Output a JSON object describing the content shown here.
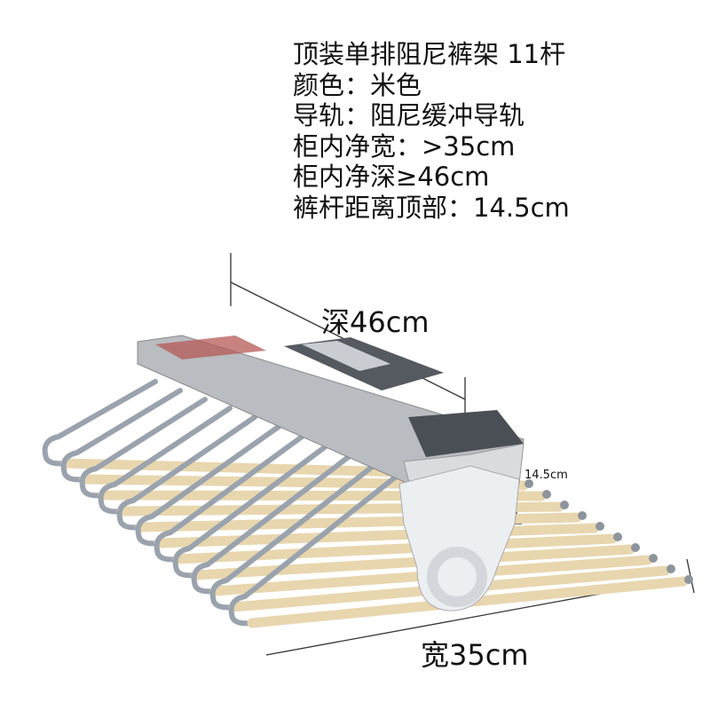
{
  "specs": {
    "title": "顶装单排阻尼裤架 11杆",
    "color": "颜色：米色",
    "rail": "导轨：阻尼缓冲导轨",
    "width": "柜内净宽：>35cm",
    "depth": "柜内净深≥46cm",
    "bar_height": "裤杆距离顶部：14.5cm"
  },
  "dimensions": {
    "depth_label": "深46cm",
    "width_label": "宽35cm",
    "height_label": "14.5cm"
  },
  "product": {
    "bar_count": 11,
    "tube_color": "#e8d6ae",
    "metal_color": "#9aa3ad",
    "rail_color": "#b9bcc0",
    "cap_color": "#eceff2"
  }
}
